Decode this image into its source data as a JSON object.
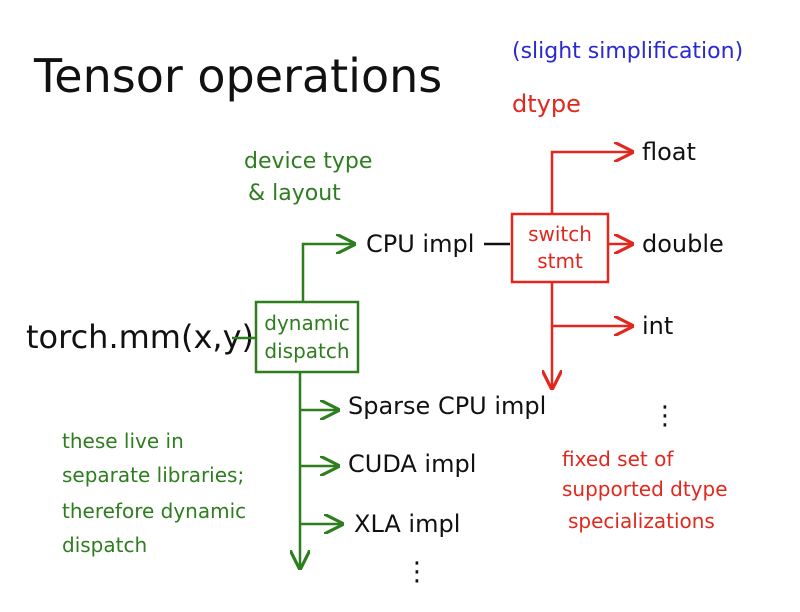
{
  "title": "Tensor operations",
  "note": "(slight simplification)",
  "dtype_label": "dtype",
  "device_label": {
    "line1": "device type",
    "line2": "& layout"
  },
  "call": "torch.mm(x,y)",
  "dispatch_box": {
    "line1": "dynamic",
    "line2": "dispatch"
  },
  "switch_box": {
    "line1": "switch",
    "line2": "stmt"
  },
  "impls": {
    "cpu": "CPU impl",
    "sparse_cpu": "Sparse CPU impl",
    "cuda": "CUDA impl",
    "xla": "XLA impl",
    "more": "⋮"
  },
  "dtypes": {
    "float": "float",
    "double": "double",
    "int": "int",
    "more": "⋮"
  },
  "left_note": {
    "line1": "these live in",
    "line2": "separate libraries;",
    "line3": "therefore dynamic",
    "line4": "dispatch"
  },
  "right_note": {
    "line1": "fixed set of",
    "line2": "supported dtype",
    "line3": "specializations"
  },
  "colors": {
    "ink": "#111111",
    "green": "#2e7d1e",
    "red": "#e0281e",
    "blue": "#2a2ad0"
  }
}
